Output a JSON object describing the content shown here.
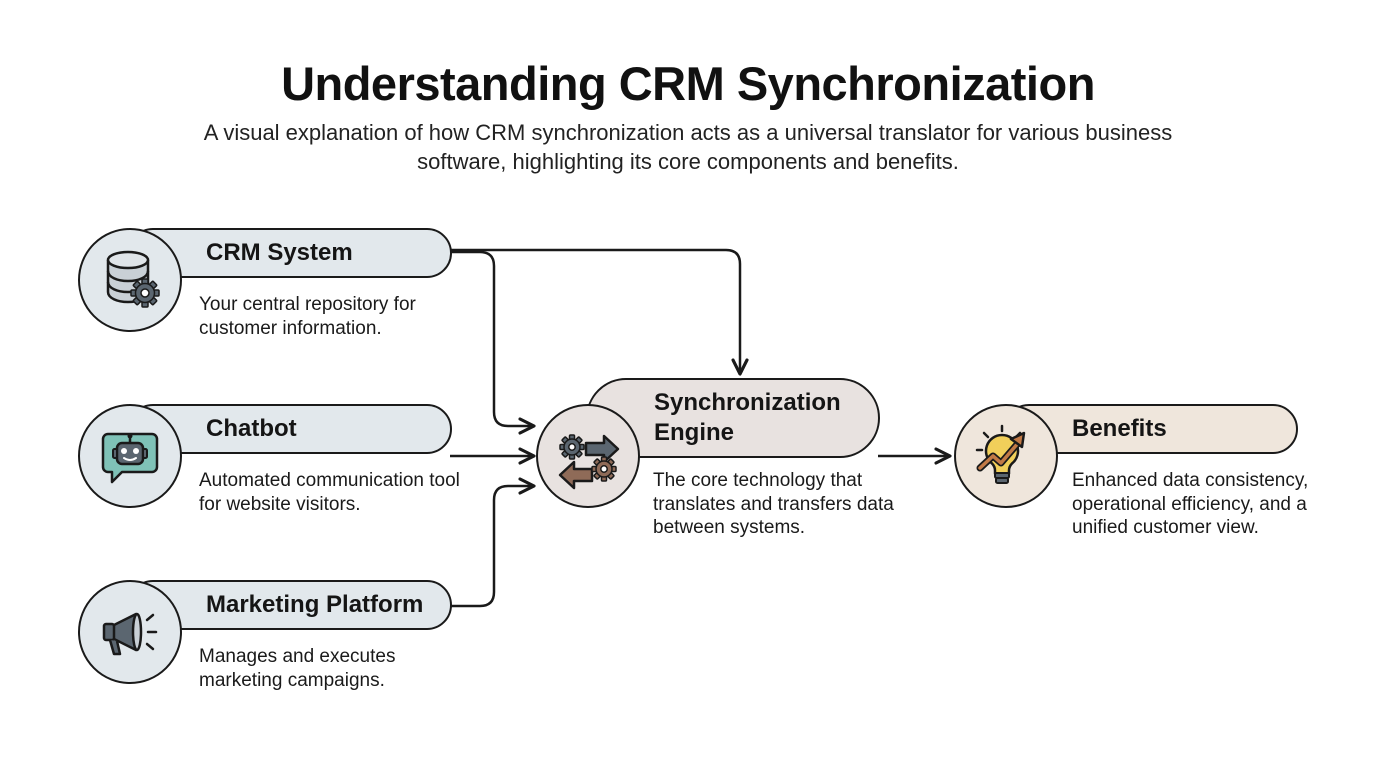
{
  "title": "Understanding CRM Synchronization",
  "subtitle": "A visual explanation of how CRM synchronization acts as a universal translator for various business software, highlighting its core components and benefits.",
  "nodes": {
    "crm": {
      "label": "CRM System",
      "description": "Your central repository for customer information.",
      "icon": "database-gear-icon",
      "fill": "#e2e8ec"
    },
    "chatbot": {
      "label": "Chatbot",
      "description": "Automated communication tool for website visitors.",
      "icon": "robot-chat-icon",
      "fill": "#e2e8ec"
    },
    "marketing": {
      "label": "Marketing Platform",
      "description": "Manages and executes marketing campaigns.",
      "icon": "megaphone-icon",
      "fill": "#e2e8ec"
    },
    "engine": {
      "label": "Synchronization Engine",
      "description": "The core technology that translates and transfers data between systems.",
      "icon": "gears-arrows-icon",
      "fill": "#e8e2e0"
    },
    "benefits": {
      "label": "Benefits",
      "description": "Enhanced data consistency, operational efficiency, and a unified customer view.",
      "icon": "lightbulb-growth-icon",
      "fill": "#efe6dc"
    }
  },
  "colors": {
    "outline": "#1a1a1a",
    "slate": "#5b6670",
    "teal": "#7fc2b7",
    "brown": "#8f6b58",
    "bulb": "#f1cf5a",
    "arrow": "#c27a46"
  }
}
